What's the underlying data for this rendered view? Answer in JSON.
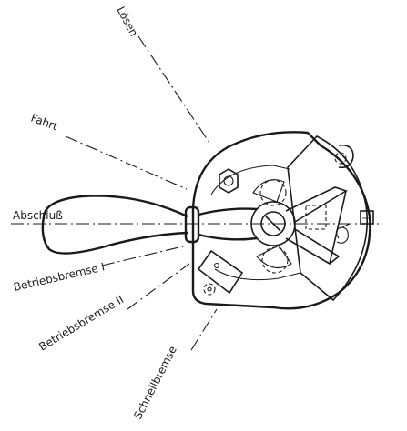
{
  "positions": [
    {
      "id": "loesen",
      "label": "Lösen"
    },
    {
      "id": "fahrt",
      "label": "Fahrt"
    },
    {
      "id": "abschluss",
      "label": "Abschluß"
    },
    {
      "id": "betriebsbremse1",
      "label": "Betriebsbremse I"
    },
    {
      "id": "betriebsbremse2",
      "label": "Betriebsbremse II"
    },
    {
      "id": "schnellbremse",
      "label": "Schnellbremse"
    }
  ],
  "colors": {
    "ink": "#1a1a1a",
    "background": "#ffffff"
  }
}
